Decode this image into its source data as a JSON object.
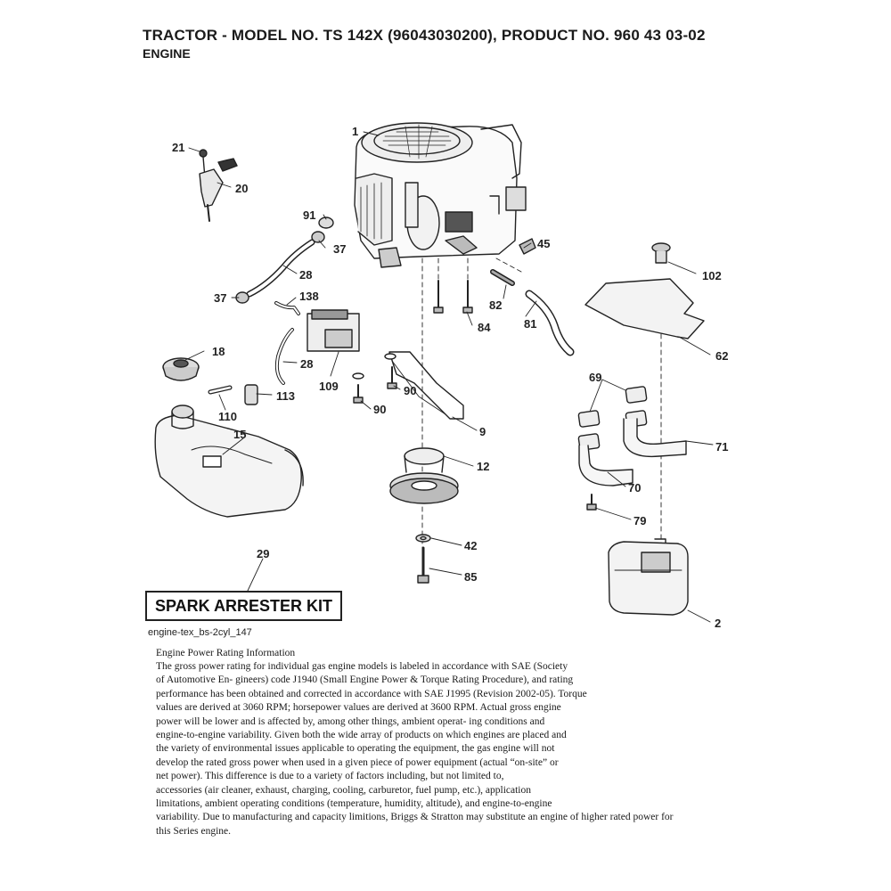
{
  "header": {
    "title": "TRACTOR - MODEL NO. TS 142X (96043030200), PRODUCT NO. 960 43 03-02",
    "subtitle": "ENGINE"
  },
  "callouts": {
    "c1": "1",
    "c21": "21",
    "c20": "20",
    "c91": "91",
    "c37a": "37",
    "c45": "45",
    "c102": "102",
    "c28a": "28",
    "c37b": "37",
    "c138": "138",
    "c82": "82",
    "c84": "84",
    "c81": "81",
    "c18": "18",
    "c28b": "28",
    "c62": "62",
    "c109": "109",
    "c90a": "90",
    "c69": "69",
    "c113": "113",
    "c90b": "90",
    "c110": "110",
    "c9": "9",
    "c15": "15",
    "c71": "71",
    "c12": "12",
    "c70": "70",
    "c79": "79",
    "c29": "29",
    "c42": "42",
    "c85": "85",
    "c2": "2"
  },
  "kit_label": "SPARK ARRESTER KIT",
  "figure_ref": "engine-tex_bs-2cyl_147",
  "info": {
    "heading": "Engine Power Rating Information",
    "lines": [
      "The gross power rating for individual gas engine models is labeled in accordance with SAE (Society",
      "of Automotive En- gineers) code J1940 (Small Engine Power & Torque Rating Procedure), and rating",
      "performance has been obtained and corrected in accordance with SAE J1995 (Revision 2002-05). Torque",
      "values are derived at 3060 RPM; horsepower values are derived at 3600 RPM. Actual gross engine",
      "power will be lower and is affected by, among other things, ambient operat- ing conditions and",
      "engine-to-engine variability. Given both the wide array of products on which engines are placed and",
      "the variety of environmental issues applicable to operating the equipment, the gas engine will not",
      "develop the rated gross power when used in a given piece of power equipment (actual “on-site” or",
      "net power). This difference is due to a variety of factors including, but not limited to,",
      "accessories (air cleaner, exhaust, charging, cooling, carburetor, fuel pump, etc.), application",
      "limitations, ambient operating conditions (temperature, humidity, altitude), and engine-to-engine",
      "variability. Due to manufacturing and capacity limitions, Briggs & Stratton may substitute an engine of higher rated power for",
      "this Series engine."
    ]
  }
}
